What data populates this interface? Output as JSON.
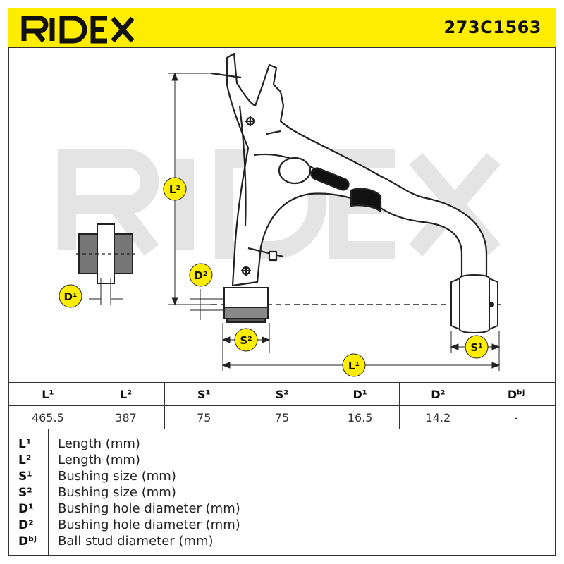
{
  "brand": "RIDEX",
  "part_number": "273C1563",
  "watermark": "RIDEX",
  "callouts": {
    "L1": "L¹",
    "L2": "L²",
    "S1": "S¹",
    "S2": "S²",
    "D1": "D¹",
    "D2": "D²"
  },
  "table": {
    "headers": [
      "L¹",
      "L²",
      "S¹",
      "S²",
      "D¹",
      "D²",
      "Dᵇʲ"
    ],
    "values": [
      "465.5",
      "387",
      "75",
      "75",
      "16.5",
      "14.2",
      "-"
    ]
  },
  "legend": [
    {
      "symbol": "L¹",
      "description": "Length (mm)"
    },
    {
      "symbol": "L²",
      "description": "Length (mm)"
    },
    {
      "symbol": "S¹",
      "description": "Bushing size (mm)"
    },
    {
      "symbol": "S²",
      "description": "Bushing size (mm)"
    },
    {
      "symbol": "D¹",
      "description": "Bushing hole diameter (mm)"
    },
    {
      "symbol": "D²",
      "description": "Bushing hole diameter (mm)"
    },
    {
      "symbol": "Dᵇʲ",
      "description": "Ball stud diameter (mm)"
    }
  ],
  "colors": {
    "accent_yellow": "#ffed00",
    "line": "#222222",
    "watermark": "#e6e6e6"
  }
}
